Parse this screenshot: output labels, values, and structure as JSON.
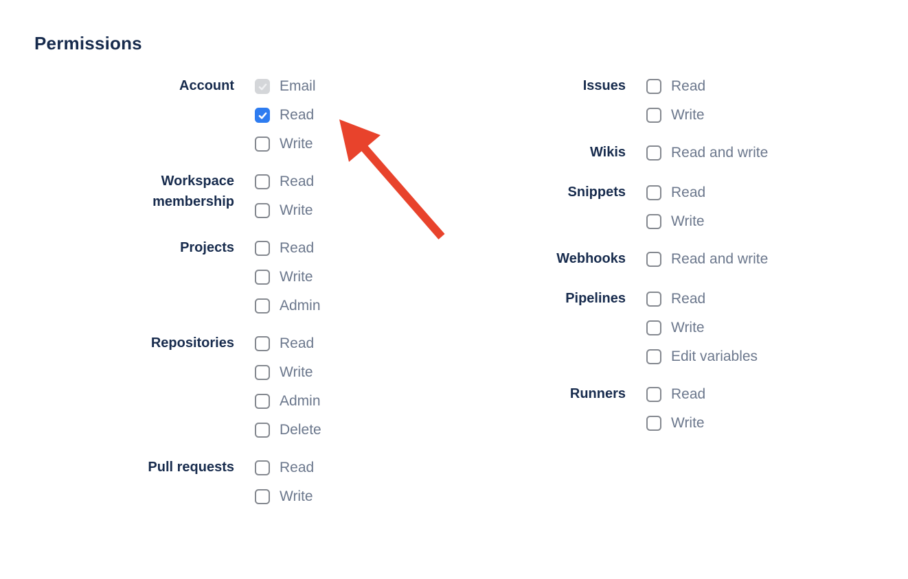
{
  "permissions": {
    "title": "Permissions",
    "columns": [
      {
        "groups": [
          {
            "label": "Account",
            "options": [
              {
                "label": "Email",
                "state": "checked-disabled"
              },
              {
                "label": "Read",
                "state": "checked"
              },
              {
                "label": "Write",
                "state": "unchecked"
              }
            ]
          },
          {
            "label": "Workspace membership",
            "options": [
              {
                "label": "Read",
                "state": "unchecked"
              },
              {
                "label": "Write",
                "state": "unchecked"
              }
            ]
          },
          {
            "label": "Projects",
            "options": [
              {
                "label": "Read",
                "state": "unchecked"
              },
              {
                "label": "Write",
                "state": "unchecked"
              },
              {
                "label": "Admin",
                "state": "unchecked"
              }
            ]
          },
          {
            "label": "Repositories",
            "options": [
              {
                "label": "Read",
                "state": "unchecked"
              },
              {
                "label": "Write",
                "state": "unchecked"
              },
              {
                "label": "Admin",
                "state": "unchecked"
              },
              {
                "label": "Delete",
                "state": "unchecked"
              }
            ]
          },
          {
            "label": "Pull requests",
            "options": [
              {
                "label": "Read",
                "state": "unchecked"
              },
              {
                "label": "Write",
                "state": "unchecked"
              }
            ]
          }
        ]
      },
      {
        "groups": [
          {
            "label": "Issues",
            "options": [
              {
                "label": "Read",
                "state": "unchecked"
              },
              {
                "label": "Write",
                "state": "unchecked"
              }
            ]
          },
          {
            "label": "Wikis",
            "options": [
              {
                "label": "Read and write",
                "state": "unchecked"
              }
            ]
          },
          {
            "label": "Snippets",
            "options": [
              {
                "label": "Read",
                "state": "unchecked"
              },
              {
                "label": "Write",
                "state": "unchecked"
              }
            ]
          },
          {
            "label": "Webhooks",
            "options": [
              {
                "label": "Read and write",
                "state": "unchecked"
              }
            ]
          },
          {
            "label": "Pipelines",
            "options": [
              {
                "label": "Read",
                "state": "unchecked"
              },
              {
                "label": "Write",
                "state": "unchecked"
              },
              {
                "label": "Edit variables",
                "state": "unchecked"
              }
            ]
          },
          {
            "label": "Runners",
            "options": [
              {
                "label": "Read",
                "state": "unchecked"
              },
              {
                "label": "Write",
                "state": "unchecked"
              }
            ]
          }
        ]
      }
    ]
  },
  "annotation": {
    "type": "arrow",
    "color": "#E8432C",
    "points_to": "Account Read checkbox"
  },
  "colors": {
    "heading_text": "#172B4D",
    "option_text": "#6B778C",
    "checkbox_checked_bg": "#2E7CF0",
    "checkbox_disabled_bg": "#D4D6D9",
    "checkbox_border": "#84888F"
  }
}
